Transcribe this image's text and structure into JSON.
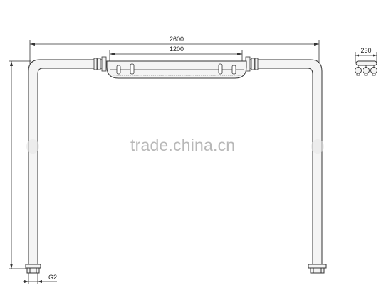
{
  "dimensions": {
    "overall_width": "2600",
    "inner_width": "1200",
    "side_width": "230",
    "pipe_thread": "G2"
  },
  "watermark": "trade.china.cn",
  "colors": {
    "line": "#333333",
    "fill": "#f4f4f4",
    "watermark": "#b8b8b8"
  }
}
